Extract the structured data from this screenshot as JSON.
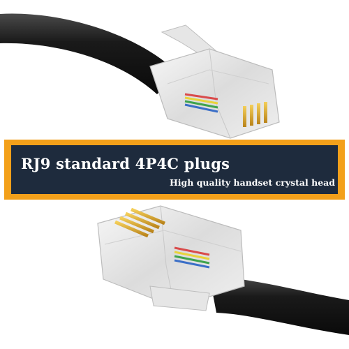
{
  "banner": {
    "title": "RJ9 standard 4P4C plugs",
    "subtitle": "High quality handset crystal head"
  },
  "colors": {
    "banner_frame": "#f3a01a",
    "banner_fill": "#1e2b3d",
    "banner_text": "#ffffff",
    "cable": "#1c1c1c",
    "gold_contacts": "#d9a521"
  },
  "objects": {
    "top": "rj9-plug-top-with-black-cable",
    "bottom": "rj9-plug-bottom-with-black-cable"
  }
}
